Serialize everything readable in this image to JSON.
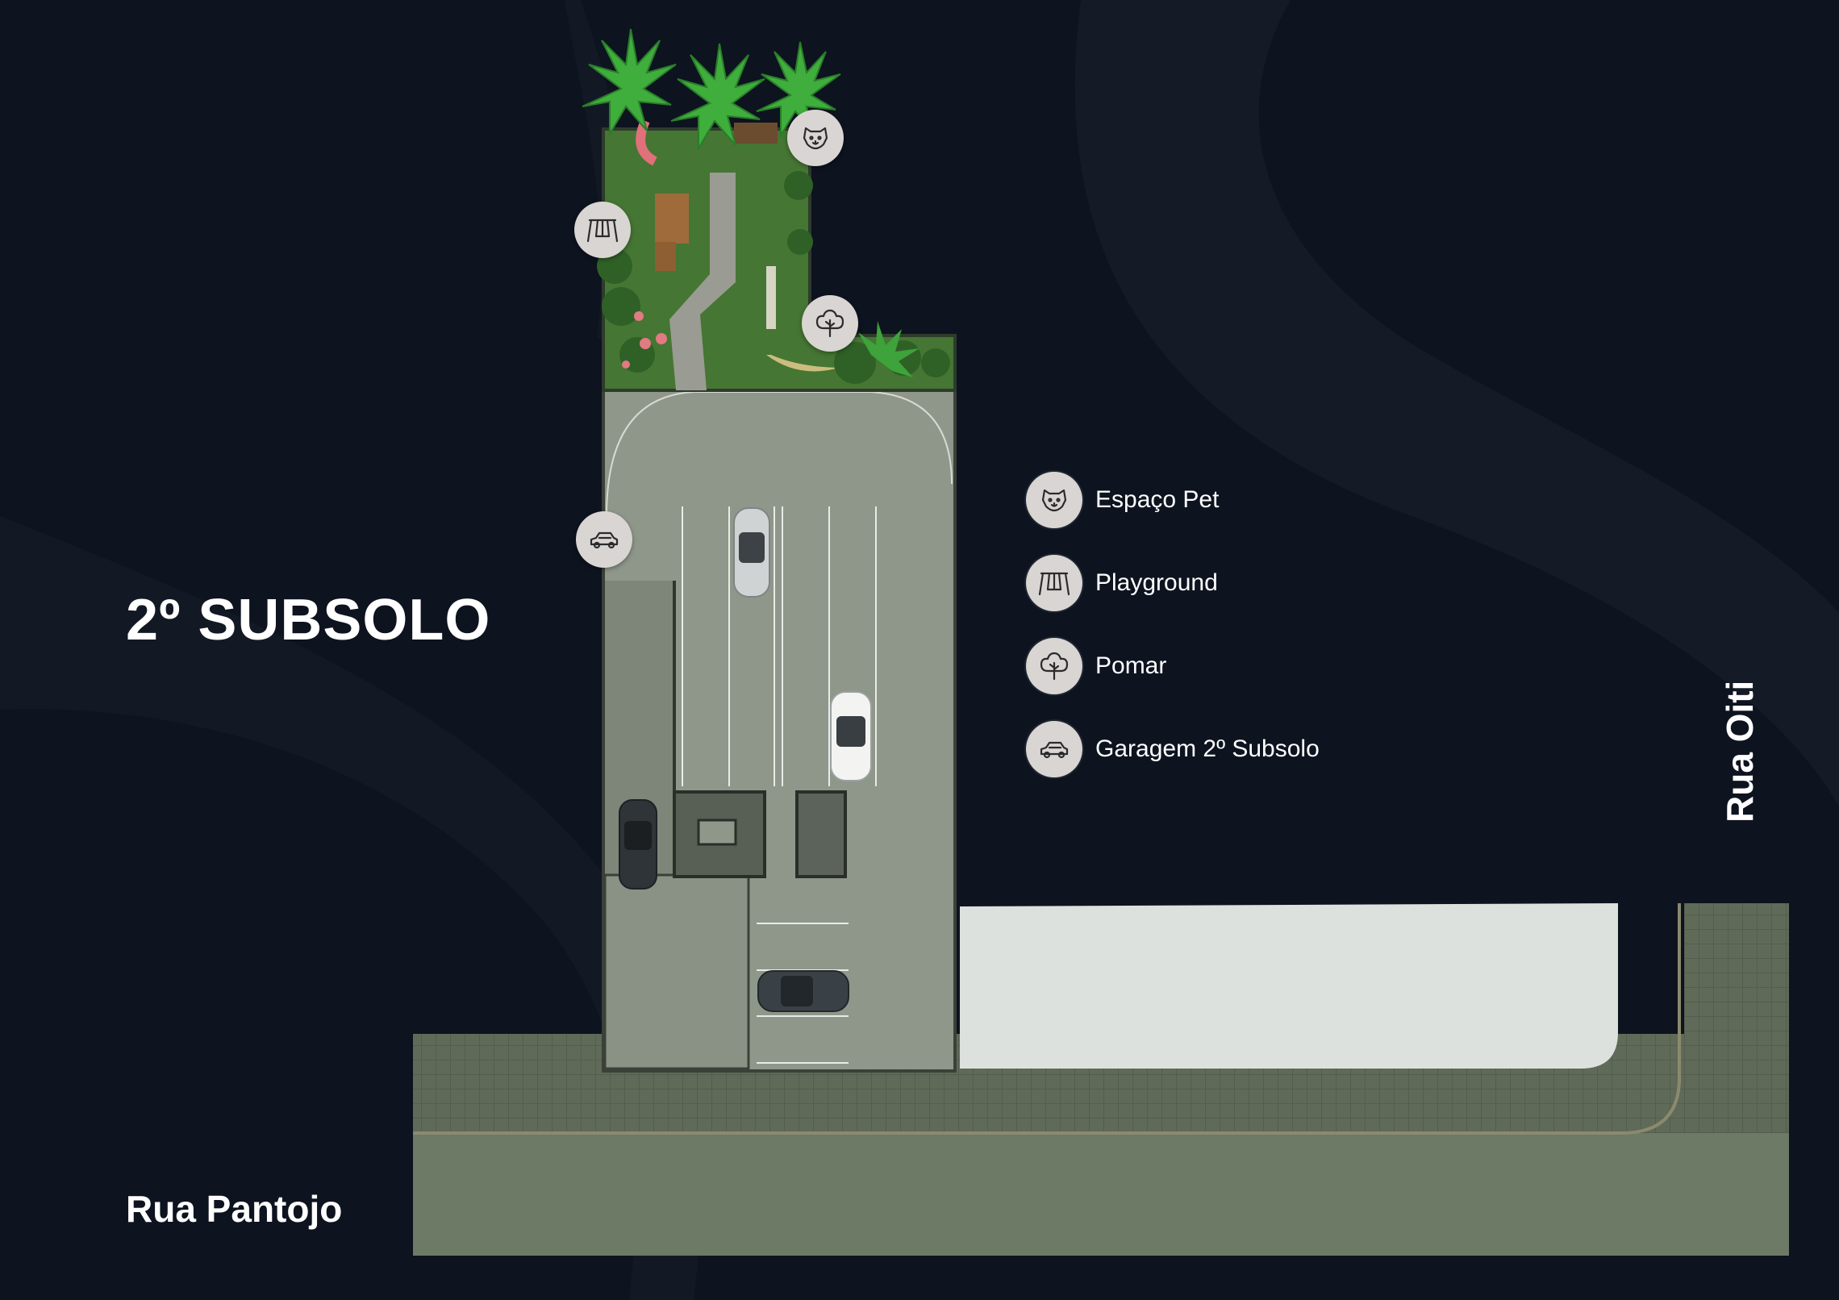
{
  "title": "2º SUBSOLO",
  "streets": {
    "bottom": "Rua Pantojo",
    "right": "Rua Oiti"
  },
  "legend": [
    {
      "icon": "dog-icon",
      "label": "Espaço Pet"
    },
    {
      "icon": "swing-icon",
      "label": "Playground"
    },
    {
      "icon": "tree-icon",
      "label": "Pomar"
    },
    {
      "icon": "car-icon",
      "label": "Garagem 2º Subsolo"
    }
  ],
  "colors": {
    "background": "#0d131f",
    "marker": "#d8d5d3",
    "garage_floor": "#969d8f",
    "sidewalk": "#6e7a67",
    "garden": "#3f6e2f",
    "white_building": "#dfe2df"
  }
}
